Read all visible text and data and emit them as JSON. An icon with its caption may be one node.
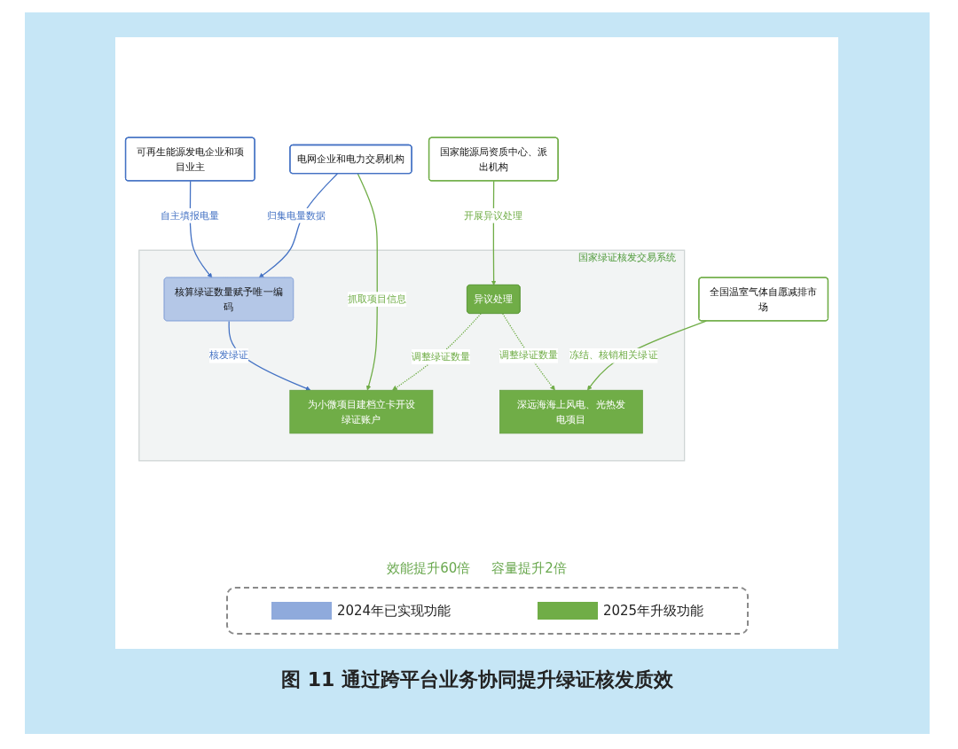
{
  "diagram": {
    "caption": "图 11 通过跨平台业务协同提升绿证核发质效",
    "nodes": [
      {
        "text": [
          "可再生能源发电企业和项目业主"
        ]
      },
      {
        "text": [
          "国家绿证核发交易系统"
        ]
      },
      {
        "text": [
          "核算绿证数量赋予唯一编码"
        ],
        "in": 1
      },
      {
        "text": [
          "为小微项目建档立卡开设绿证账户"
        ],
        "in": 1
      },
      {
        "text": [
          "异议处理"
        ],
        "in": 1
      },
      {
        "text": [
          "深远海海上风电、光热发电项目"
        ],
        "in": 1
      },
      {
        "text": [
          "电网企业和电力交易机构"
        ]
      },
      {
        "text": [
          "国家能源局资质中心、派出机构"
        ]
      },
      {
        "text": [
          "全国温室气体自愿减排市场"
        ]
      }
    ],
    "edges": [
      {
        "from": 0,
        "to": 2,
        "arrow": "to",
        "label": "自主填报电量",
        "color": "#4472c4"
      },
      {
        "from": 6,
        "to": 2,
        "arrow": "to",
        "label": "归集电量数据",
        "color": "#4472c4"
      },
      {
        "from": 2,
        "to": 3,
        "arrow": "to",
        "label": "核发绿证",
        "color": "#4472c4"
      },
      {
        "from": 6,
        "to": 3,
        "arrow": "to",
        "label": "抓取项目信息"
      },
      {
        "from": 7,
        "to": 4,
        "arrow": "to",
        "label": "开展异议处理"
      },
      {
        "from": 4,
        "to": 3,
        "arrow": "to",
        "label": "调整绿证数量",
        "style": "dashed"
      },
      {
        "from": 4,
        "to": 5,
        "arrow": "to",
        "label": "调整绿证数量",
        "style": "dashed"
      },
      {
        "from": 8,
        "to": 5,
        "arrow": "to",
        "label": "冻结、核销相关绿证"
      }
    ],
    "labels": [
      "效能提升60倍",
      "容量提升2倍"
    ],
    "legend": [
      {
        "text": "2024年已实现功能",
        "color": "#8faadc"
      },
      {
        "text": "2025年升级功能",
        "color": "#70ad47"
      }
    ]
  }
}
